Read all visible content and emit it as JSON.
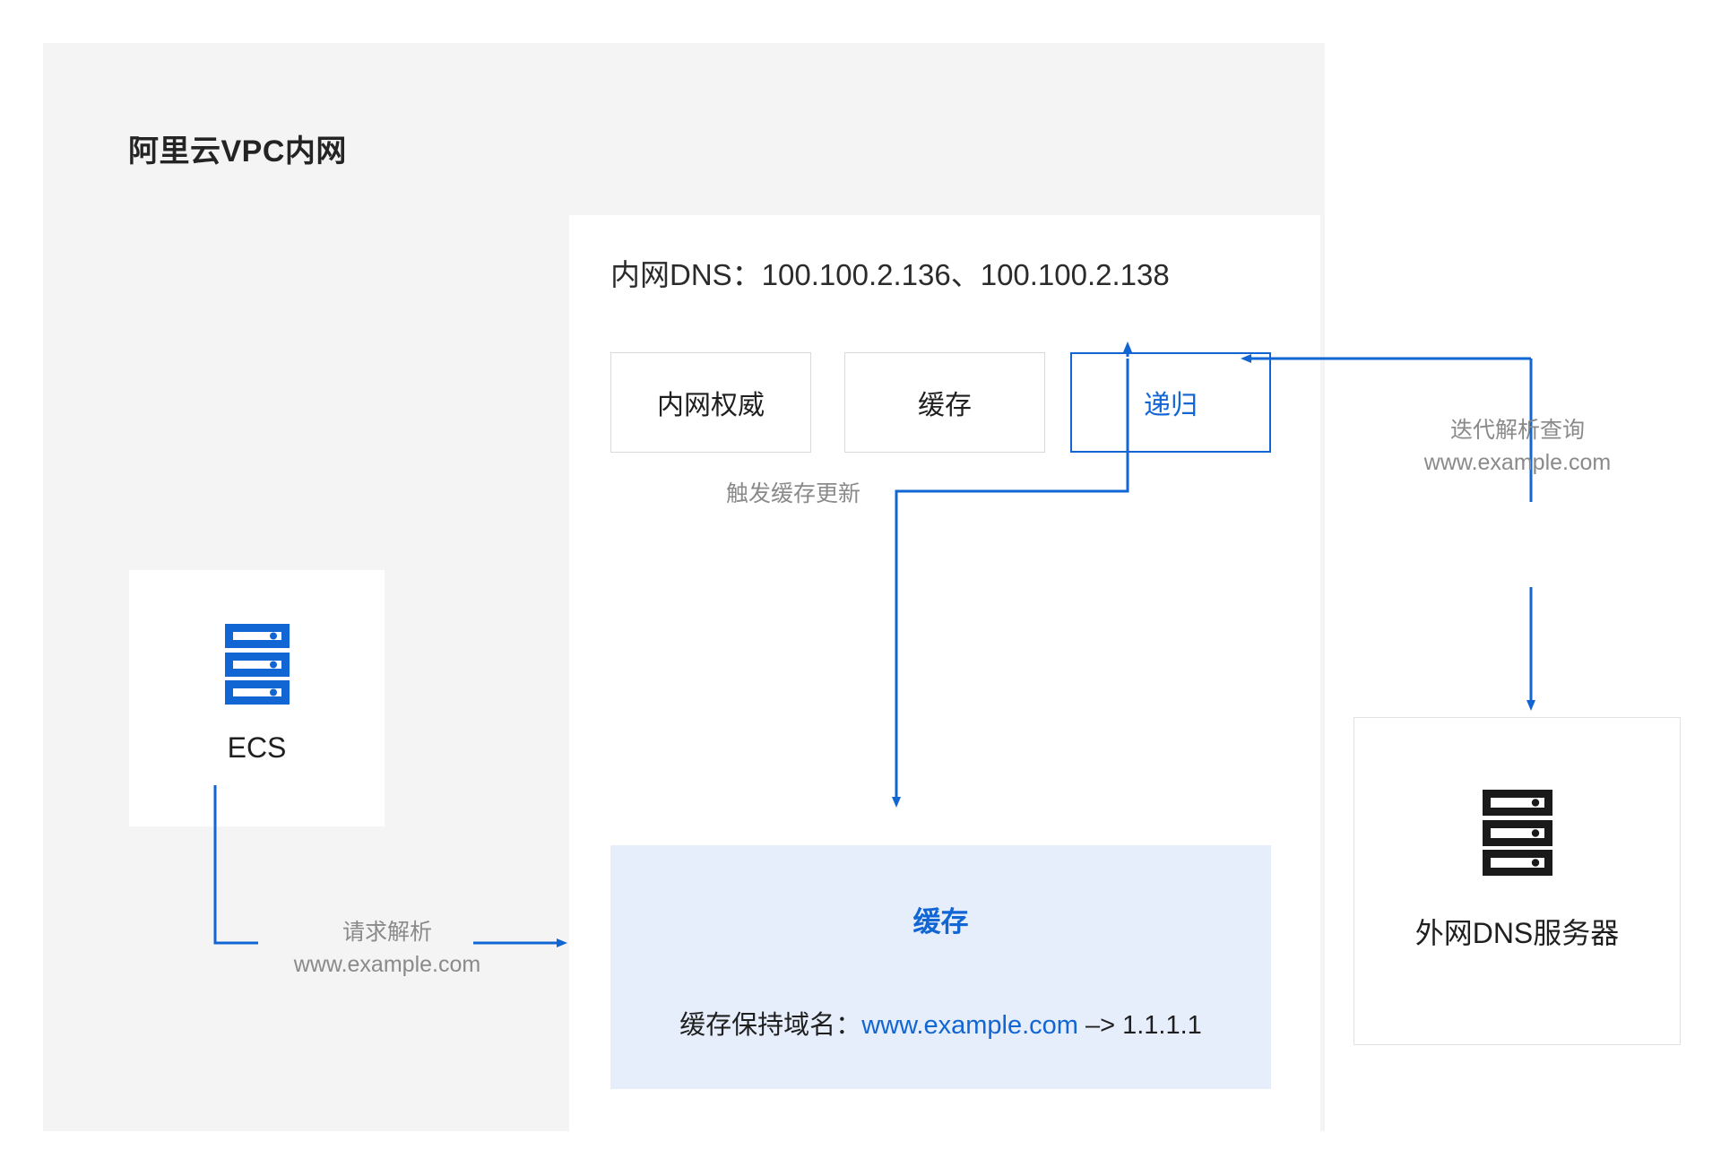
{
  "diagram": {
    "vpc": {
      "title": "阿里云VPC内网"
    },
    "dns_panel": {
      "header": "内网DNS：100.100.2.136、100.100.2.138",
      "roles": [
        {
          "label": "内网权威",
          "style": "plain"
        },
        {
          "label": "缓存",
          "style": "plain"
        },
        {
          "label": "递归",
          "style": "accent"
        }
      ],
      "cache_box": {
        "title": "缓存",
        "record_prefix": "缓存保持域名：",
        "record_domain": "www.example.com",
        "record_suffix": " –> 1.1.1.1"
      }
    },
    "nodes": {
      "ecs": {
        "label": "ECS",
        "icon": "server-icon"
      },
      "external_dns": {
        "label": "外网DNS服务器",
        "icon": "server-icon"
      }
    },
    "edges": {
      "request": {
        "line1": "请求解析",
        "line2": "www.example.com"
      },
      "iterative_query": {
        "line1": "迭代解析查询",
        "line2": "www.example.com"
      },
      "cache_refresh": {
        "line1": "触发缓存更新"
      }
    },
    "colors": {
      "accent_blue": "#1266d4",
      "arrow_blue": "#1266d4",
      "panel_gray": "#f4f4f4",
      "cache_fill": "#e6edfb",
      "label_gray": "#8a8a8a",
      "border_gray": "#d9d9d9"
    }
  }
}
